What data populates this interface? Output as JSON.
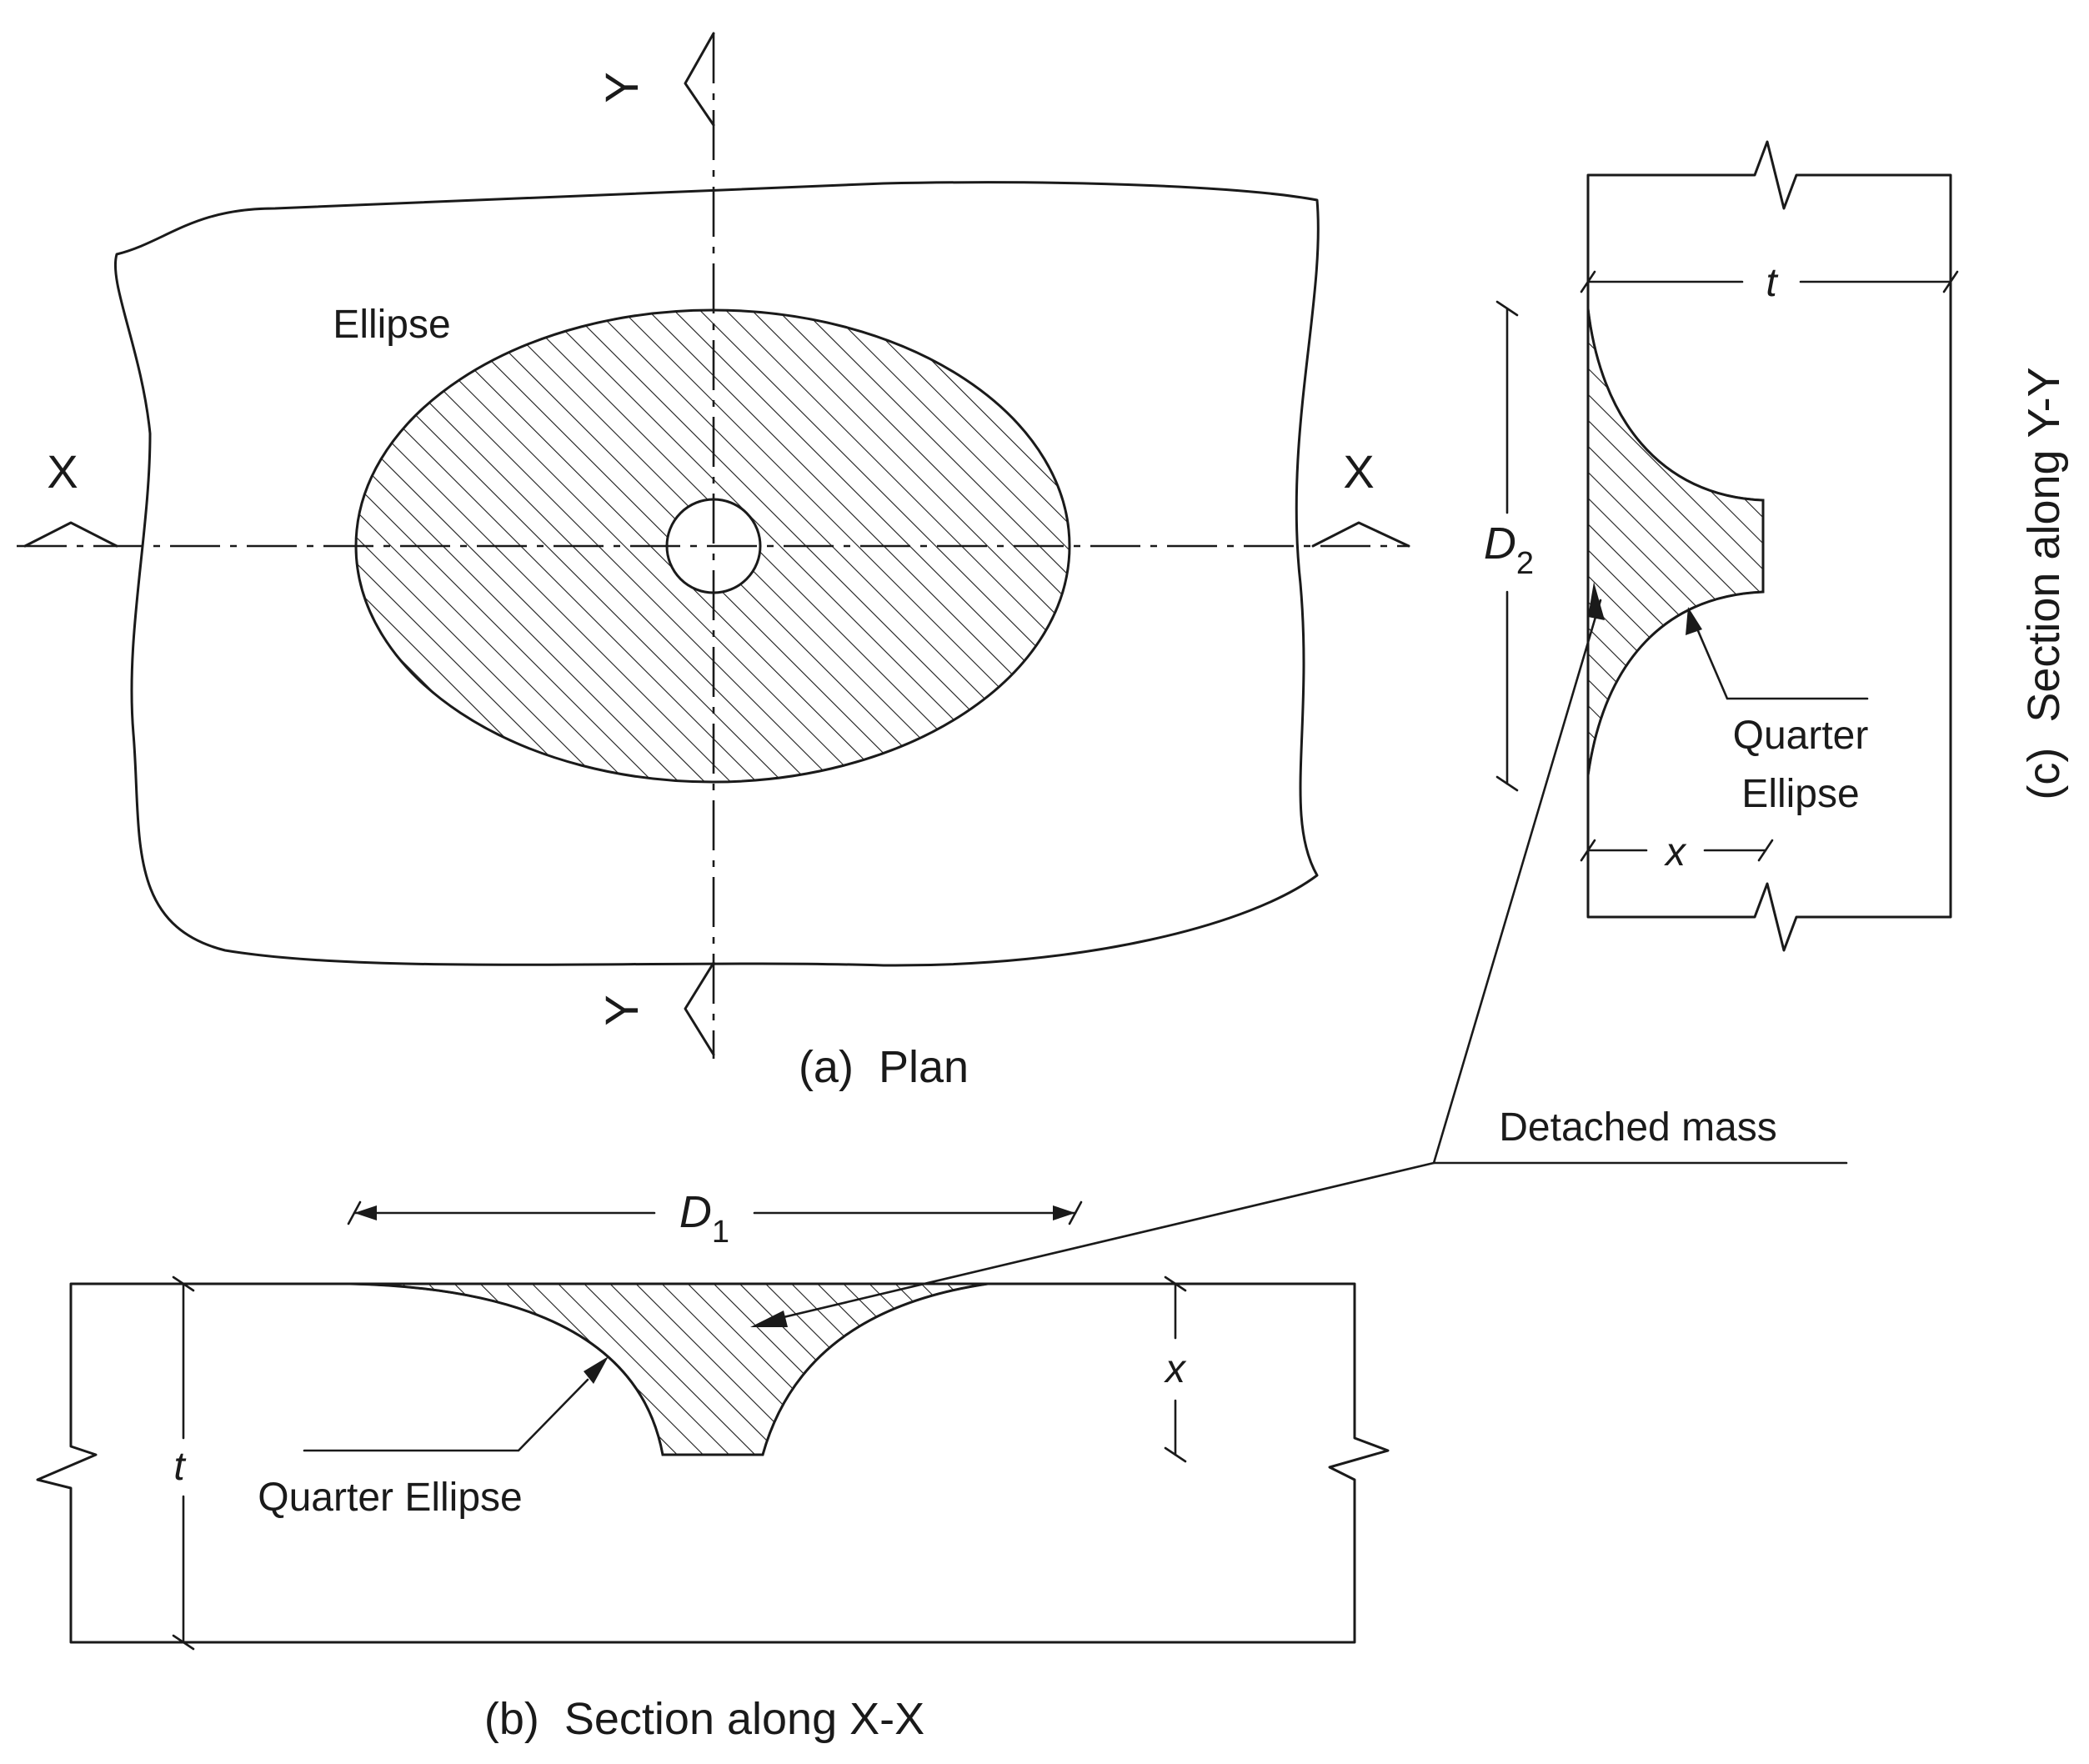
{
  "plan": {
    "caption": "(a)  Plan",
    "ellipse_label": "Ellipse",
    "x_marker": "X",
    "y_marker": "Y"
  },
  "section_xx": {
    "caption": "(b)  Section along X-X",
    "dim_width_symbol": "D",
    "dim_width_subscript": "1",
    "dim_thickness_symbol": "t",
    "dim_depth_symbol": "x",
    "quarter_ellipse_label": "Quarter Ellipse"
  },
  "section_yy": {
    "caption": "(c)  Section along Y-Y",
    "dim_width_symbol": "D",
    "dim_width_subscript": "2",
    "dim_thickness_symbol": "t",
    "dim_depth_symbol": "x",
    "quarter_ellipse_line1": "Quarter",
    "quarter_ellipse_line2": "Ellipse"
  },
  "detached_mass_label": "Detached mass",
  "colors": {
    "ink": "#1a1a1a",
    "background": "#ffffff"
  }
}
